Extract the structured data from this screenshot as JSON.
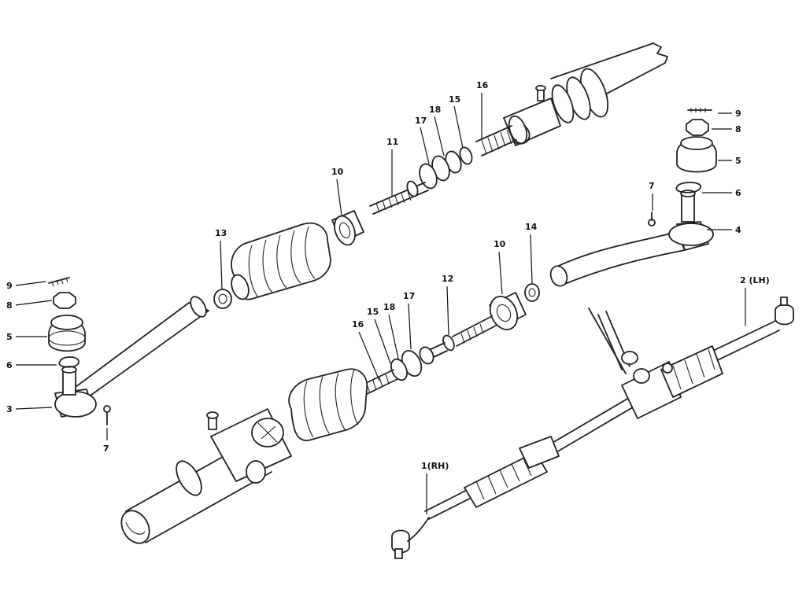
{
  "callouts": [
    {
      "id": "c9a",
      "text": "9"
    },
    {
      "id": "c8a",
      "text": "8"
    },
    {
      "id": "c5a",
      "text": "5"
    },
    {
      "id": "c6a",
      "text": "6"
    },
    {
      "id": "c4",
      "text": "4"
    },
    {
      "id": "c7a",
      "text": "7"
    },
    {
      "id": "c16a",
      "text": "16"
    },
    {
      "id": "c15a",
      "text": "15"
    },
    {
      "id": "c18a",
      "text": "18"
    },
    {
      "id": "c17a",
      "text": "17"
    },
    {
      "id": "c11",
      "text": "11"
    },
    {
      "id": "c10a",
      "text": "10"
    },
    {
      "id": "c13",
      "text": "13"
    },
    {
      "id": "c14",
      "text": "14"
    },
    {
      "id": "c10b",
      "text": "10"
    },
    {
      "id": "c12",
      "text": "12"
    },
    {
      "id": "c17b",
      "text": "17"
    },
    {
      "id": "c18b",
      "text": "18"
    },
    {
      "id": "c15b",
      "text": "15"
    },
    {
      "id": "c16b",
      "text": "16"
    },
    {
      "id": "c9b",
      "text": "9"
    },
    {
      "id": "c8b",
      "text": "8"
    },
    {
      "id": "c5b",
      "text": "5"
    },
    {
      "id": "c6b",
      "text": "6"
    },
    {
      "id": "c3",
      "text": "3"
    },
    {
      "id": "c7b",
      "text": "7"
    },
    {
      "id": "c2lh",
      "text": "2 (LH)"
    },
    {
      "id": "c1rh",
      "text": "1(RH)"
    }
  ],
  "colors": {
    "line": "#222222",
    "background": "#ffffff"
  }
}
